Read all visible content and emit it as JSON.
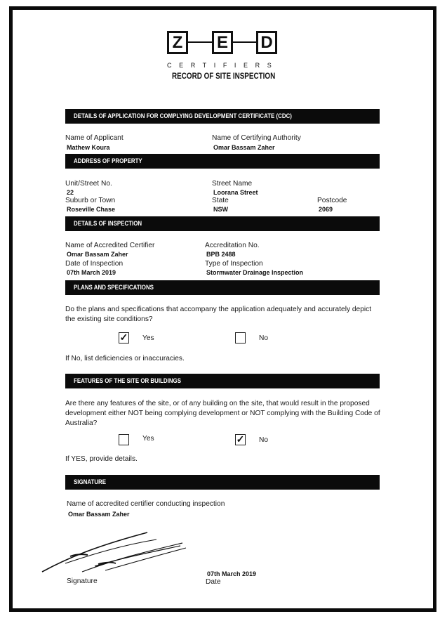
{
  "header": {
    "logo_letters": [
      "Z",
      "E",
      "D"
    ],
    "logo_subtitle": "CERTIFIERS",
    "title": "RECORD OF SITE INSPECTION"
  },
  "sections": {
    "application": {
      "heading": "DETAILS OF APPLICATION FOR COMPLYING DEVELOPMENT CERTIFICATE (CDC)",
      "applicant_label": "Name of Applicant",
      "applicant_value": "Mathew Koura",
      "authority_label": "Name of Certifying Authority",
      "authority_value": "Omar Bassam Zaher"
    },
    "address": {
      "heading": "ADDRESS OF PROPERTY",
      "unit_label": "Unit/Street No.",
      "unit_value": "22",
      "street_label": "Street Name",
      "street_value": "Loorana Street",
      "suburb_label": "Suburb or Town",
      "suburb_value": "Roseville Chase",
      "state_label": "State",
      "state_value": "NSW",
      "postcode_label": "Postcode",
      "postcode_value": "2069"
    },
    "inspection": {
      "heading": "DETAILS OF INSPECTION",
      "certifier_label": "Name of Accredited Certifier",
      "certifier_value": "Omar Bassam Zaher",
      "accreditation_label": "Accreditation No.",
      "accreditation_value": "BPB 2488",
      "date_label": "Date of Inspection",
      "date_value": "07th March 2019",
      "type_label": "Type of Inspection",
      "type_value": "Stormwater Drainage Inspection"
    },
    "plans": {
      "heading": "PLANS AND SPECIFICATIONS",
      "question": "Do the plans and specifications that accompany the application adequately and accurately depict the existing site conditions?",
      "yes_label": "Yes",
      "no_label": "No",
      "yes_checked": true,
      "no_checked": false,
      "yes_mark": "✓",
      "no_mark": "",
      "followup": "If No, list deficiencies or inaccuracies."
    },
    "features": {
      "heading": "FEATURES OF THE SITE OR BUILDINGS",
      "question": "Are there any features of the site, or of any building on the site, that would result in the proposed development either NOT being complying development or NOT complying with the Building Code of Australia?",
      "yes_label": "Yes",
      "no_label": "No",
      "yes_checked": false,
      "no_checked": true,
      "yes_mark": "",
      "no_mark": "✓",
      "followup": "If YES, provide details."
    },
    "signature": {
      "heading": "SIGNATURE",
      "name_label": "Name of accredited certifier conducting inspection",
      "name_value": "Omar Bassam Zaher",
      "signature_label": "Signature",
      "date_value": "07th March 2019",
      "date_label": "Date"
    }
  }
}
